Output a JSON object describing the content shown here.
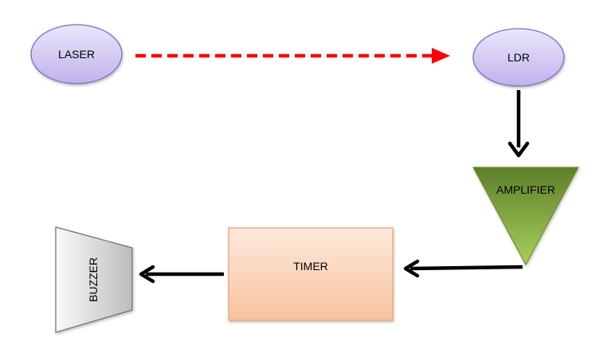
{
  "diagram": {
    "nodes": {
      "laser": {
        "label": "LASER",
        "shape": "ellipse",
        "fill_top": "#ece6fb",
        "fill_bottom": "#bfb2ec",
        "stroke": "#7c70c0"
      },
      "ldr": {
        "label": "LDR",
        "shape": "ellipse",
        "fill_top": "#ece6fb",
        "fill_bottom": "#bfb2ec",
        "stroke": "#7c70c0"
      },
      "amplifier": {
        "label": "AMPLIFIER",
        "shape": "inverted-triangle",
        "fill_top": "#5e7f2a",
        "fill_bottom": "#a8cf5c",
        "stroke": "#6b8f33"
      },
      "timer": {
        "label": "TIMER",
        "shape": "rectangle",
        "fill_top": "#fde9dc",
        "fill_bottom": "#f8c29d",
        "stroke": "#e0a070"
      },
      "buzzer": {
        "label": "BUZZER",
        "shape": "trapezoid",
        "fill_top": "#fafafa",
        "fill_bottom": "#bcbcbc",
        "stroke": "#6e6e6e"
      }
    },
    "edges": [
      {
        "from": "laser",
        "to": "ldr",
        "style": "dashed",
        "color": "#ff0000"
      },
      {
        "from": "ldr",
        "to": "amplifier",
        "style": "solid",
        "color": "#000000"
      },
      {
        "from": "amplifier",
        "to": "timer",
        "style": "solid",
        "color": "#000000"
      },
      {
        "from": "timer",
        "to": "buzzer",
        "style": "solid",
        "color": "#000000"
      }
    ]
  }
}
